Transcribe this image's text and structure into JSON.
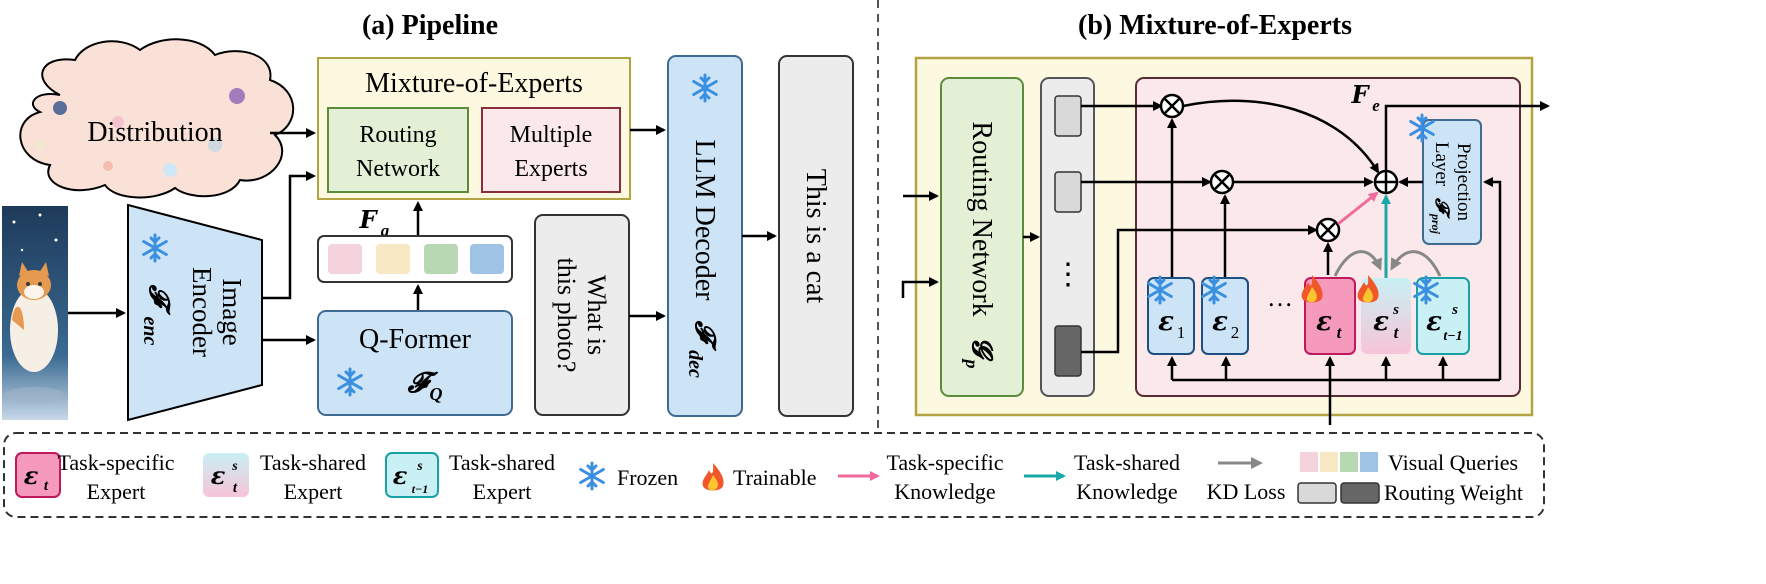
{
  "titles": {
    "a": "(a) Pipeline",
    "b": "(b) Mixture-of-Experts"
  },
  "pipeline": {
    "distribution": "Distribution",
    "image_encoder": [
      "Image",
      "Encoder"
    ],
    "encoder_symbol": "𝓕",
    "encoder_sub": "enc",
    "moe_title": "Mixture-of-Experts",
    "routing_network": [
      "Routing",
      "Network"
    ],
    "multiple_experts": [
      "Multiple",
      "Experts"
    ],
    "fq_symbol": "𝑭",
    "fq_sub": "q",
    "qformer": "Q-Former",
    "qformer_symbol": "𝓕",
    "qformer_sub": "Q",
    "question": [
      "What is",
      "this photo?"
    ],
    "llm_decoder": "LLM Decoder",
    "llm_symbol": "𝓕",
    "llm_sub": "dec",
    "answer": "This is a cat",
    "query_colors": [
      "#f4d3dc",
      "#f8e8c4",
      "#b7d8b3",
      "#9ec3e4"
    ]
  },
  "moe": {
    "routing_network": "Routing Network",
    "routing_symbol": "𝓖",
    "routing_sub": "p",
    "dots": "⋮",
    "fe_symbol": "𝑭",
    "fe_sub": "e",
    "projection": [
      "Projection",
      "Layer"
    ],
    "proj_symbol": "𝓕",
    "proj_sub": "proj",
    "experts": [
      {
        "symbol": "𝜺",
        "sub": "1",
        "sup": "",
        "icon": "snowflake"
      },
      {
        "symbol": "𝜺",
        "sub": "2",
        "sup": "",
        "icon": "snowflake"
      },
      {
        "symbol": "𝜺",
        "sub": "t",
        "sup": "",
        "icon": "fire"
      },
      {
        "symbol": "𝜺",
        "sub": "t",
        "sup": "s",
        "icon": "fire"
      },
      {
        "symbol": "𝜺",
        "sub": "t−1",
        "sup": "s",
        "icon": "snowflake"
      }
    ],
    "ellipsis": "…"
  },
  "legend": {
    "task_specific_expert": [
      "Task-specific",
      "Expert"
    ],
    "task_shared_expert_a": [
      "Task-shared",
      "Expert"
    ],
    "task_shared_expert_b": [
      "Task-shared",
      "Expert"
    ],
    "frozen": "Frozen",
    "trainable": "Trainable",
    "task_specific_knowledge": [
      "Task-specific",
      "Knowledge"
    ],
    "task_shared_knowledge": [
      "Task-shared",
      "Knowledge"
    ],
    "kd_loss": "KD Loss",
    "visual_queries": "Visual Queries",
    "routing_weight": "Routing Weight",
    "colors": {
      "task_specific": "#f06a9b",
      "task_shared": "#1aa7a7",
      "kd": "#888888"
    }
  }
}
